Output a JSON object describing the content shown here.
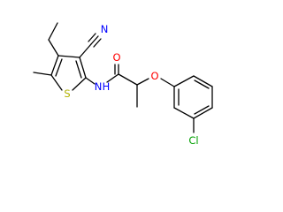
{
  "structure": {
    "atoms": {
      "nitrile_n": "N",
      "amide_n": "N",
      "amide_h": "H",
      "carbonyl_o": "O",
      "ether_o": "O",
      "ring_s": "S",
      "chlorine": "Cl"
    },
    "colors": {
      "bond": "#000000",
      "nitrogen": "#0000ff",
      "oxygen": "#ff0000",
      "sulfur": "#b2b200",
      "chlorine": "#00a000"
    }
  }
}
